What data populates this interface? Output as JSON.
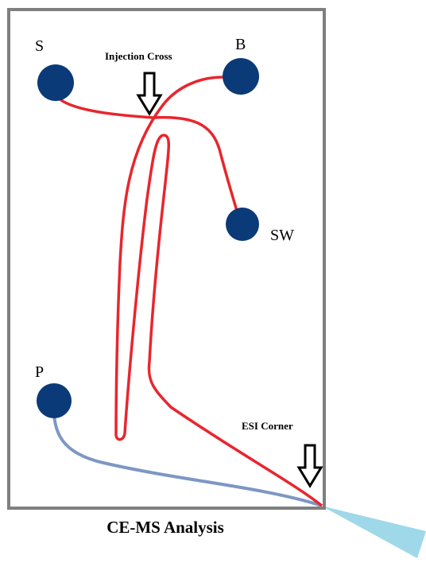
{
  "diagram": {
    "ports": {
      "sample": {
        "label": "S"
      },
      "buffer": {
        "label": "B"
      },
      "sample_waste": {
        "label": "SW"
      },
      "pump": {
        "label": "P"
      }
    },
    "callouts": {
      "injection_cross": "Injection Cross",
      "esi_corner": "ESI Corner"
    },
    "caption": "CE-MS Analysis",
    "colors": {
      "chip_border": "#7f7f7f",
      "port": "#0b3a78",
      "separation_channel": "#e8262d",
      "pump_channel": "#7d97c4",
      "electrospray_plume": "#9fd8e9"
    }
  }
}
